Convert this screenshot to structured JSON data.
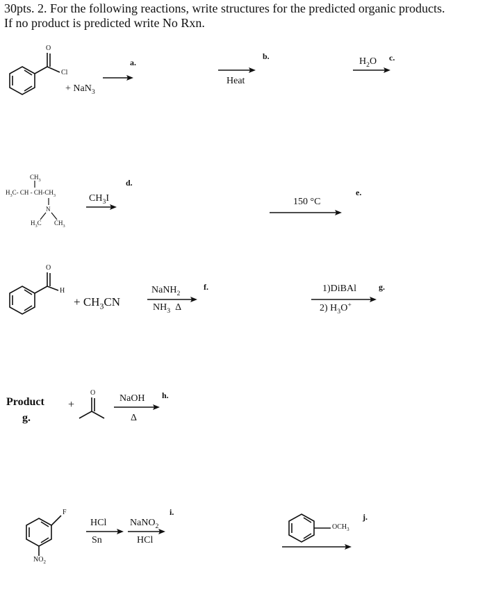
{
  "header": {
    "line1": "30pts. 2. For the following reactions, write structures for the predicted organic products.",
    "line2": "If no product is predicted write No Rxn."
  },
  "row1": {
    "cl_label": "Cl",
    "o_label": "O",
    "reagent_plus": "+ NaN",
    "reagent_sub": "3",
    "label_a": "a.",
    "label_b": "b.",
    "label_c": "c.",
    "heat": "Heat",
    "water_h": "H",
    "water_2": "2",
    "water_o": "O"
  },
  "row2": {
    "ch3_top": "CH",
    "ch3_top_sub": "3",
    "chain": "H",
    "chain_sub1": "3",
    "chain_mid": "C- CH - CH-CH",
    "chain_sub2": "3",
    "n_label": "N",
    "nme_left": "H",
    "nme_left_sub": "3",
    "nme_left_c": "C",
    "nme_right": "CH",
    "nme_right_sub": "3",
    "reagent": "CH",
    "reagent_sub": "3",
    "reagent_i": "I",
    "label_d": "d.",
    "label_e": "e.",
    "temp": "150 °C"
  },
  "row3": {
    "o_label": "O",
    "h_label": "H",
    "reagent_plus": "+ CH",
    "reagent_sub": "3",
    "reagent_cn": "CN",
    "nanh": "NaNH",
    "nanh_sub": "2",
    "nh": "NH",
    "nh_sub": "3",
    "delta": "Δ",
    "label_f": "f.",
    "dibal": "1)DiBAl",
    "h3o_pre": "2) H",
    "h3o_sub": "3",
    "h3o_o": "O",
    "h3o_sup": "+",
    "label_g": "g."
  },
  "row4": {
    "product": "Product",
    "product_g": "g.",
    "plus": "+",
    "o_label": "O",
    "naoh": "NaOH",
    "delta": "Δ",
    "label_h": "h."
  },
  "row5": {
    "f_label": "F",
    "no2": "NO",
    "no2_sub": "2",
    "hcl": "HCl",
    "sn": "Sn",
    "nano": "NaNO",
    "nano_sub": "2",
    "hcl2": "HCl",
    "label_i": "i.",
    "och": "OCH",
    "och_sub": "3",
    "label_j": "j."
  }
}
